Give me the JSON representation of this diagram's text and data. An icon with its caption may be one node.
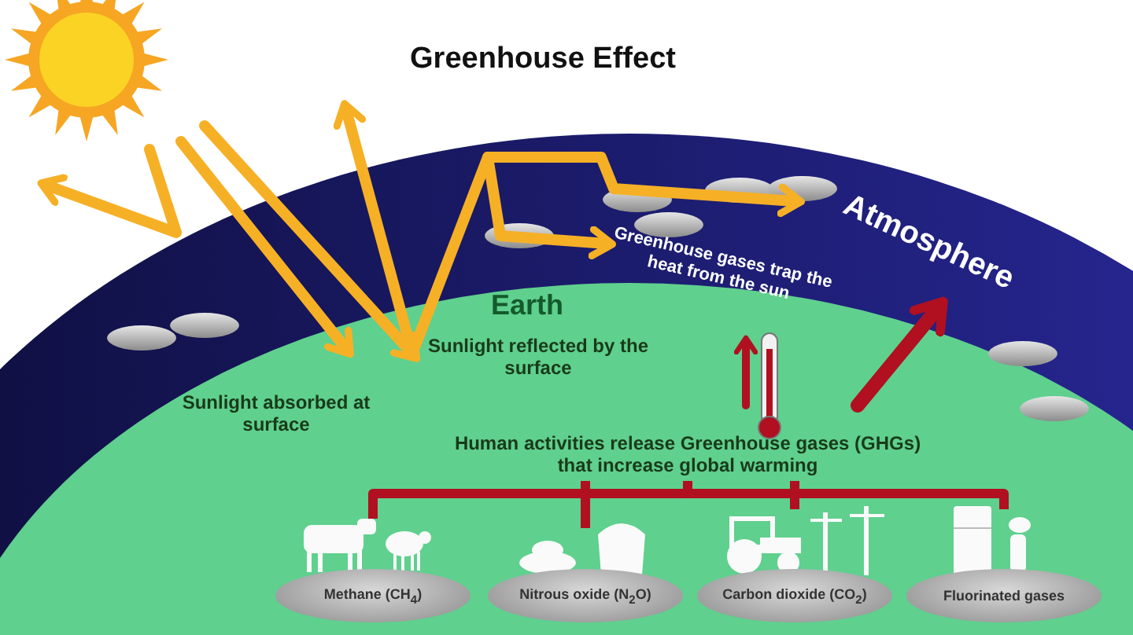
{
  "diagram": {
    "title": "Greenhouse Effect",
    "nodes": [
      {
        "text": [
          "Human activities release Greenhouse gases (GHGs) that increase global warming"
        ]
      },
      {
        "text": [
          "Methane (CH$_{4}$)"
        ]
      },
      {
        "text": [
          "Nitrous oxide (N$_{2}$O)"
        ]
      },
      {
        "text": [
          "Carbon dioxide (CO$_{2}$)"
        ]
      },
      {
        "text": [
          "Fluorinated gases"
        ]
      }
    ],
    "edges": [
      {
        "from": 0,
        "to": 1,
        "arrow": "none"
      },
      {
        "from": 0,
        "to": 2,
        "arrow": "none"
      },
      {
        "from": 0,
        "to": 3,
        "arrow": "none"
      },
      {
        "from": 0,
        "to": 4,
        "arrow": "none"
      }
    ],
    "labels": [
      "Atmosphere",
      "Greenhouse gases trap the heat from the sun",
      "Earth",
      "Sunlight reflected by the surface",
      "Sunlight absorbed at surface"
    ]
  }
}
